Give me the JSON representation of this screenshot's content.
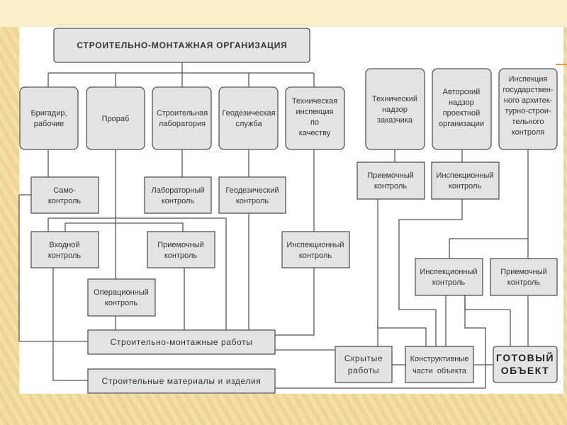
{
  "title": "СТРОИТЕЛЬНО-МОНТАЖНАЯ ОРГАНИЗАЦИЯ",
  "departments": [
    {
      "id": "brigadir",
      "lines": [
        "Бригадир,",
        "рабочие"
      ]
    },
    {
      "id": "prorab",
      "lines": [
        "Прораб"
      ]
    },
    {
      "id": "laboratory",
      "lines": [
        "Строительная",
        "лаборатория"
      ]
    },
    {
      "id": "geodesy",
      "lines": [
        "Геодезическая",
        "служба"
      ]
    },
    {
      "id": "tech-inspection",
      "lines": [
        "Техническая",
        "инспекция",
        "по",
        "качеству"
      ]
    }
  ],
  "external_bodies": [
    {
      "id": "customer-supervision",
      "lines": [
        "Технический",
        "надзор",
        "заказчика"
      ]
    },
    {
      "id": "author-supervision",
      "lines": [
        "Авторский",
        "надзор",
        "проектной",
        "организации"
      ]
    },
    {
      "id": "state-inspection",
      "lines": [
        "Инспекция",
        "государствен-",
        "ного архитек-",
        "турно-строи-",
        "тельного",
        "контроля"
      ]
    }
  ],
  "controls": [
    {
      "id": "self-control",
      "lines": [
        "Само-",
        "контроль"
      ]
    },
    {
      "id": "lab-control",
      "lines": [
        "Лабораторный",
        "контроль"
      ]
    },
    {
      "id": "geo-control",
      "lines": [
        "Геодезический",
        "контроль"
      ]
    },
    {
      "id": "customer-acceptance",
      "lines": [
        "Приемочный",
        "контроль"
      ]
    },
    {
      "id": "author-inspection",
      "lines": [
        "Инспекционный",
        "контроль"
      ]
    },
    {
      "id": "input-control",
      "lines": [
        "Входной",
        "контроль"
      ]
    },
    {
      "id": "acceptance-control",
      "lines": [
        "Приемочный",
        "контроль"
      ]
    },
    {
      "id": "tech-inspection-control",
      "lines": [
        "Инспекционный",
        "контроль"
      ]
    },
    {
      "id": "operational-control",
      "lines": [
        "Операционный",
        "контроль"
      ]
    },
    {
      "id": "state-inspection-control",
      "lines": [
        "Инспекционный",
        "контроль"
      ]
    },
    {
      "id": "state-acceptance-control",
      "lines": [
        "Приемочный",
        "контроль"
      ]
    }
  ],
  "works": {
    "construction_works": "Строительно-монтажные работы",
    "materials": "Строительные материалы и изделия",
    "hidden_works": [
      "Скрытые",
      "работы"
    ],
    "structural_parts": [
      "Конструктивные",
      "части  объекта"
    ],
    "final_object": [
      "ГОТОВЫЙ",
      "ОБЪЕКТ"
    ]
  }
}
